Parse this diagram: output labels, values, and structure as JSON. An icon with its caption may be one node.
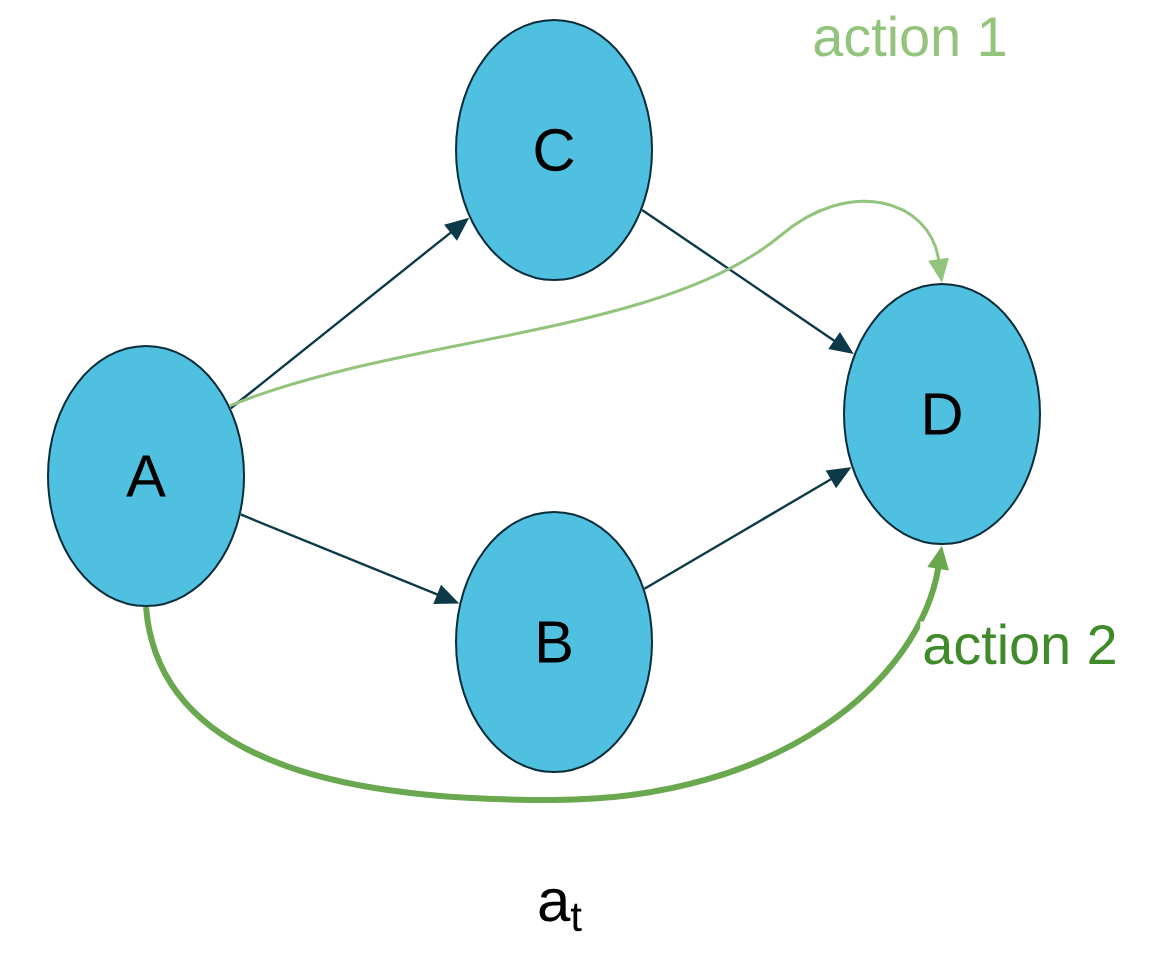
{
  "diagram": {
    "caption": "a$_{t}$",
    "nodes": [
      {
        "text": [
          "A"
        ]
      },
      {
        "text": [
          "C"
        ]
      },
      {
        "text": [
          "B"
        ]
      },
      {
        "text": [
          "D"
        ]
      }
    ],
    "edges": [
      {
        "from": 0,
        "to": 1,
        "arrow": "to"
      },
      {
        "from": 1,
        "to": 3,
        "arrow": "to"
      },
      {
        "from": 0,
        "to": 2,
        "arrow": "to"
      },
      {
        "from": 2,
        "to": 3,
        "arrow": "to"
      },
      {
        "from": 0,
        "to": 3,
        "arrow": "to",
        "label": "action 1",
        "color": "#93c47d"
      },
      {
        "from": 0,
        "to": 3,
        "arrow": "to",
        "label": "action 2",
        "color": "#6aa84f",
        "style": "thick"
      }
    ]
  }
}
